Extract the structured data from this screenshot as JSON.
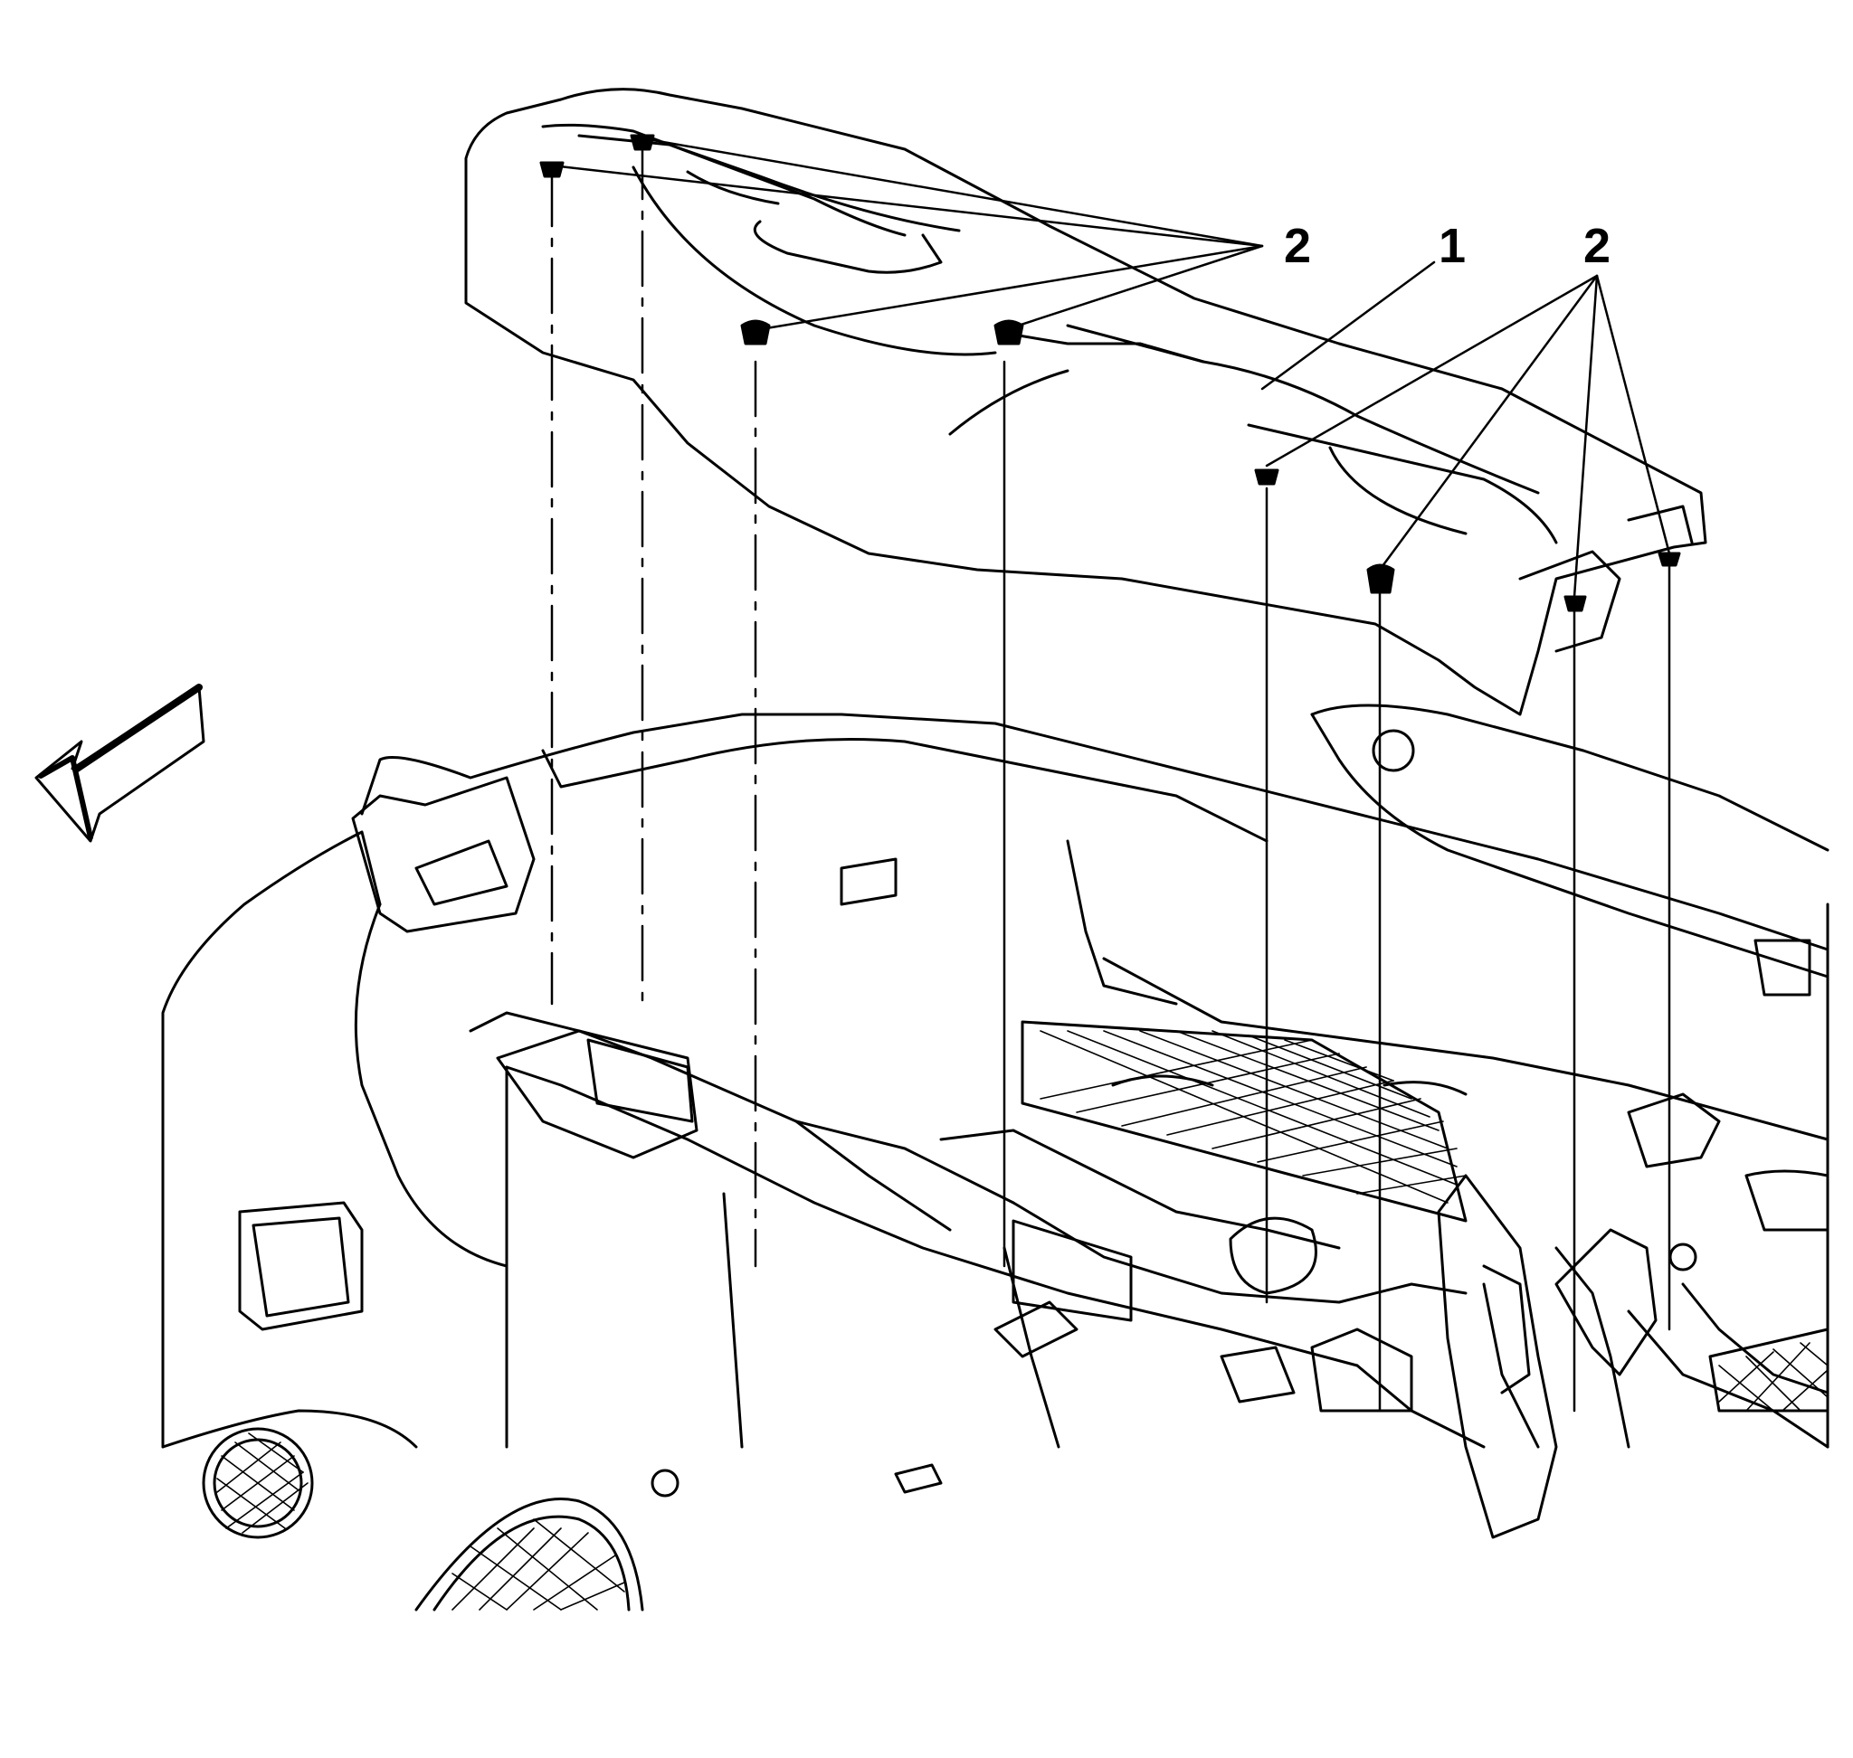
{
  "callouts": [
    {
      "id": "trim-panel",
      "label": "1"
    },
    {
      "id": "retainers-left",
      "label": "2"
    },
    {
      "id": "retainers-right",
      "label": "2"
    }
  ],
  "icons": {
    "direction": "front-arrow-icon"
  },
  "colors": {
    "line": "#000000",
    "background": "#ffffff"
  }
}
